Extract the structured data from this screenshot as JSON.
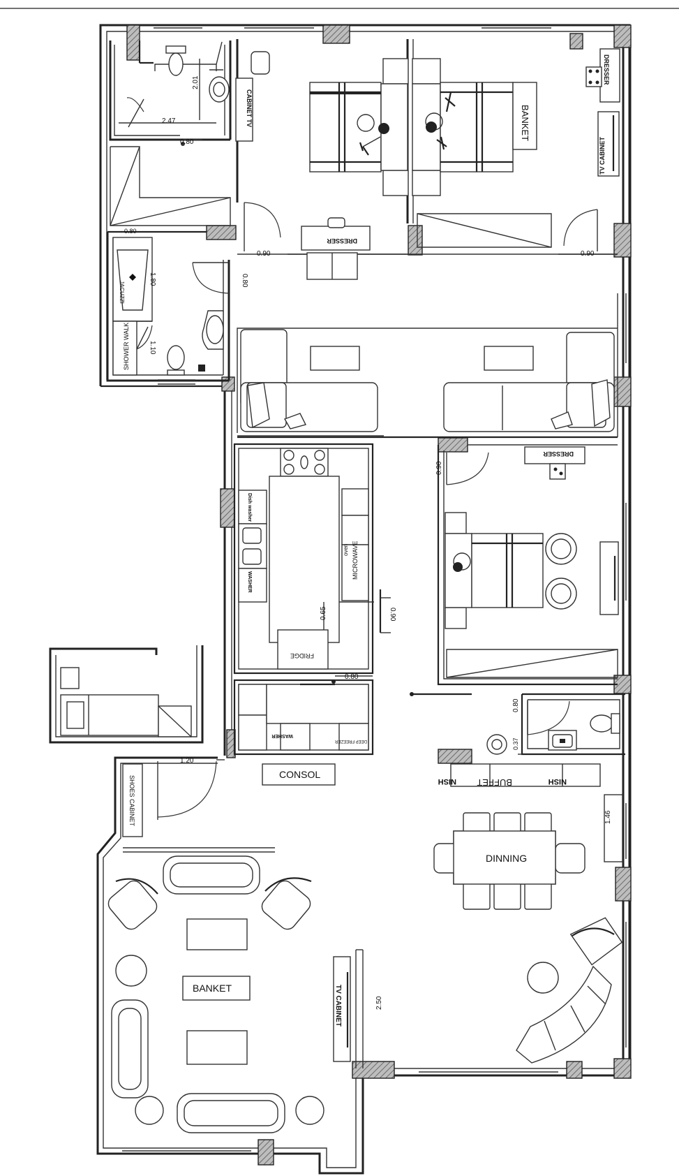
{
  "labels": {
    "banket_upper": "BANKET",
    "dresser_ne": "DRESSER",
    "tv_cabinet_ne": "TV CABINET",
    "cabinet_tv": "CABINET TV",
    "dresser_center": "DRESSER",
    "dresser_east": "DRESSER",
    "shower_walk": "SHOWER WALK",
    "jacuzzi": "JACUZZI",
    "microwave": "MICROWAVE",
    "oven": "oven",
    "washer": "WASHER",
    "dish_washer": "Dish washer",
    "washer2": "WASHER",
    "deep_freezer": "DEEP FREEZER",
    "fridge": "FRIDGE",
    "consol": "CONSOL",
    "shoes_cabinet": "SHOES CABINET",
    "nish_left": "NISH",
    "buffet": "BUFFET",
    "nish_right": "NISH",
    "dinning": "DINNING",
    "banket_lower": "BANKET",
    "tv_cabinet_lower": "TV CABINET"
  },
  "dimensions": {
    "d_2_01": "2.01",
    "d_2_47": "2.47",
    "d_0_80_a": "0.80",
    "d_0_80_b": "0.80",
    "d_0_90_a": "0.90",
    "d_0_90_b": "0.90",
    "d_0_80_c": "0.80",
    "d_1_80": "1.80",
    "d_1_10": "1.10",
    "d_0_90_c": "0.90",
    "d_0_65": "0.65",
    "d_0_90_d": "0.90",
    "d_0_80_d": "0.80",
    "d_0_80_e": "0.80",
    "d_0_37": "0.37",
    "d_1_20": "1.20",
    "d_1_46": "1.46",
    "d_2_50": "2.50"
  }
}
